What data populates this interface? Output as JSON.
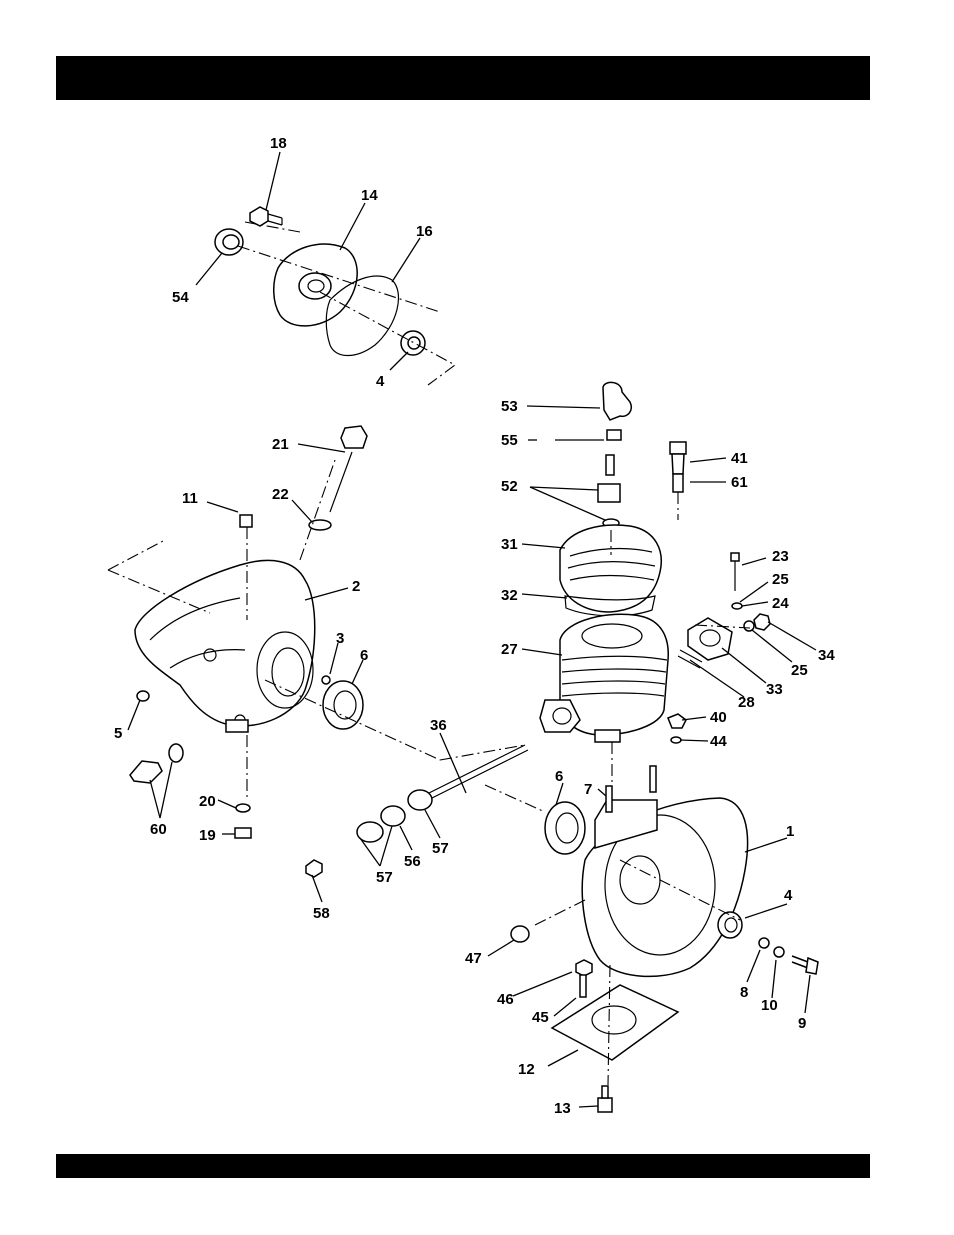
{
  "colors": {
    "ink": "#000000",
    "paper": "#ffffff"
  },
  "callouts": [
    {
      "id": "c18",
      "text": "18"
    },
    {
      "id": "c14",
      "text": "14"
    },
    {
      "id": "c16",
      "text": "16"
    },
    {
      "id": "c54",
      "text": "54"
    },
    {
      "id": "c4a",
      "text": "4"
    },
    {
      "id": "c53",
      "text": "53"
    },
    {
      "id": "c55",
      "text": "55"
    },
    {
      "id": "c41",
      "text": "41"
    },
    {
      "id": "c61",
      "text": "61"
    },
    {
      "id": "c52",
      "text": "52"
    },
    {
      "id": "c21",
      "text": "21"
    },
    {
      "id": "c11",
      "text": "11"
    },
    {
      "id": "c22",
      "text": "22"
    },
    {
      "id": "c31",
      "text": "31"
    },
    {
      "id": "c23",
      "text": "23"
    },
    {
      "id": "c25a",
      "text": "25"
    },
    {
      "id": "c24",
      "text": "24"
    },
    {
      "id": "c2",
      "text": "2"
    },
    {
      "id": "c32",
      "text": "32"
    },
    {
      "id": "c34",
      "text": "34"
    },
    {
      "id": "c3",
      "text": "3"
    },
    {
      "id": "c27",
      "text": "27"
    },
    {
      "id": "c6a",
      "text": "6"
    },
    {
      "id": "c25b",
      "text": "25"
    },
    {
      "id": "c33",
      "text": "33"
    },
    {
      "id": "c28",
      "text": "28"
    },
    {
      "id": "c5",
      "text": "5"
    },
    {
      "id": "c40",
      "text": "40"
    },
    {
      "id": "c36",
      "text": "36"
    },
    {
      "id": "c44",
      "text": "44"
    },
    {
      "id": "c6b",
      "text": "6"
    },
    {
      "id": "c7",
      "text": "7"
    },
    {
      "id": "c60",
      "text": "60"
    },
    {
      "id": "c20",
      "text": "20"
    },
    {
      "id": "c57a",
      "text": "57"
    },
    {
      "id": "c1",
      "text": "1"
    },
    {
      "id": "c19",
      "text": "19"
    },
    {
      "id": "c56",
      "text": "56"
    },
    {
      "id": "c57b",
      "text": "57"
    },
    {
      "id": "c58",
      "text": "58"
    },
    {
      "id": "c4b",
      "text": "4"
    },
    {
      "id": "c47",
      "text": "47"
    },
    {
      "id": "c8",
      "text": "8"
    },
    {
      "id": "c46",
      "text": "46"
    },
    {
      "id": "c10",
      "text": "10"
    },
    {
      "id": "c9",
      "text": "9"
    },
    {
      "id": "c45",
      "text": "45"
    },
    {
      "id": "c12",
      "text": "12"
    },
    {
      "id": "c13",
      "text": "13"
    }
  ]
}
